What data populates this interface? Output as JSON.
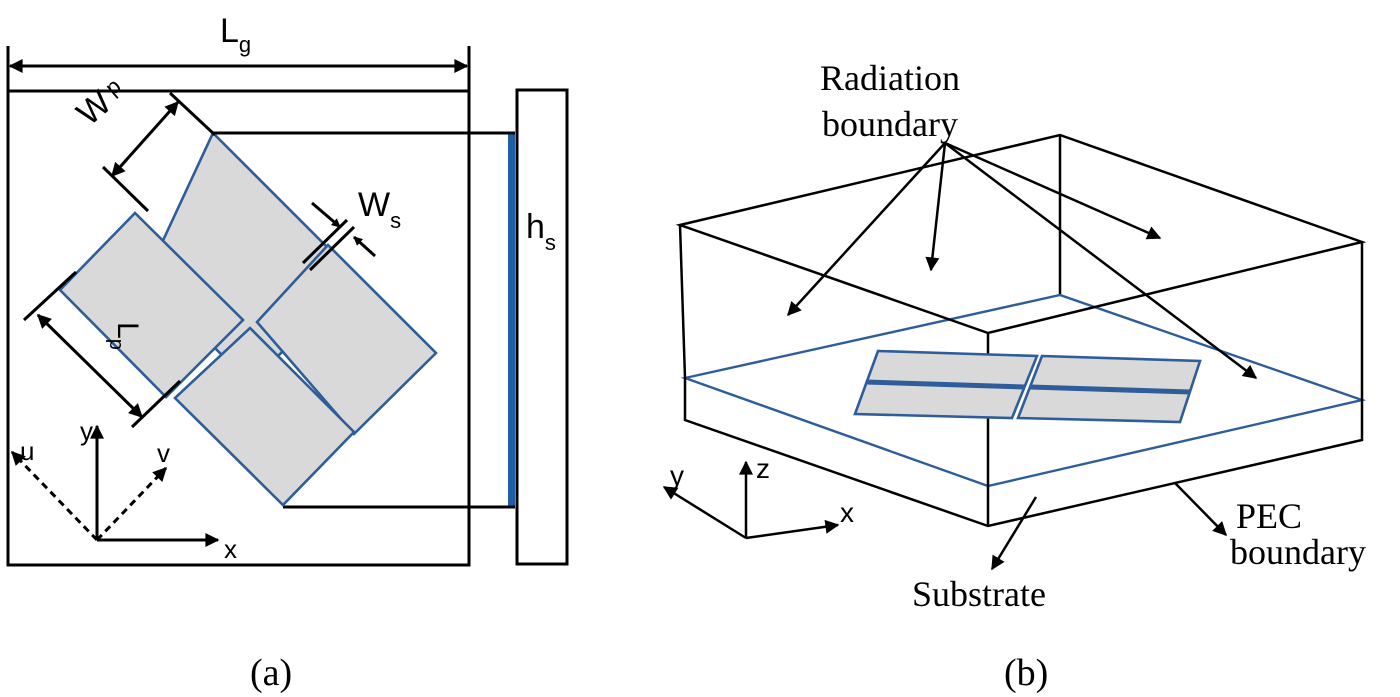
{
  "colors": {
    "line": "#000000",
    "patch_fill": "#d9d9d9",
    "patch_edge": "#2e5d9a",
    "feed_strip": "#1f5fa8"
  },
  "panel_a": {
    "caption": "(a)",
    "lg": {
      "base": "L",
      "sub": "g"
    },
    "wp": {
      "base": "W",
      "sub": "p"
    },
    "ws": {
      "base": "W",
      "sub": "s"
    },
    "hs": {
      "base": "h",
      "sub": "s"
    },
    "lp": {
      "base": "L",
      "sub": "p"
    },
    "axes": {
      "x": "x",
      "y": "y",
      "u": "u",
      "v": "v"
    }
  },
  "panel_b": {
    "caption": "(b)",
    "radiation_line1": "Radiation",
    "radiation_line2": "boundary",
    "pec_line1": "PEC",
    "pec_line2": "boundary",
    "substrate": "Substrate",
    "axes": {
      "x": "x",
      "y": "y",
      "z": "z"
    }
  }
}
